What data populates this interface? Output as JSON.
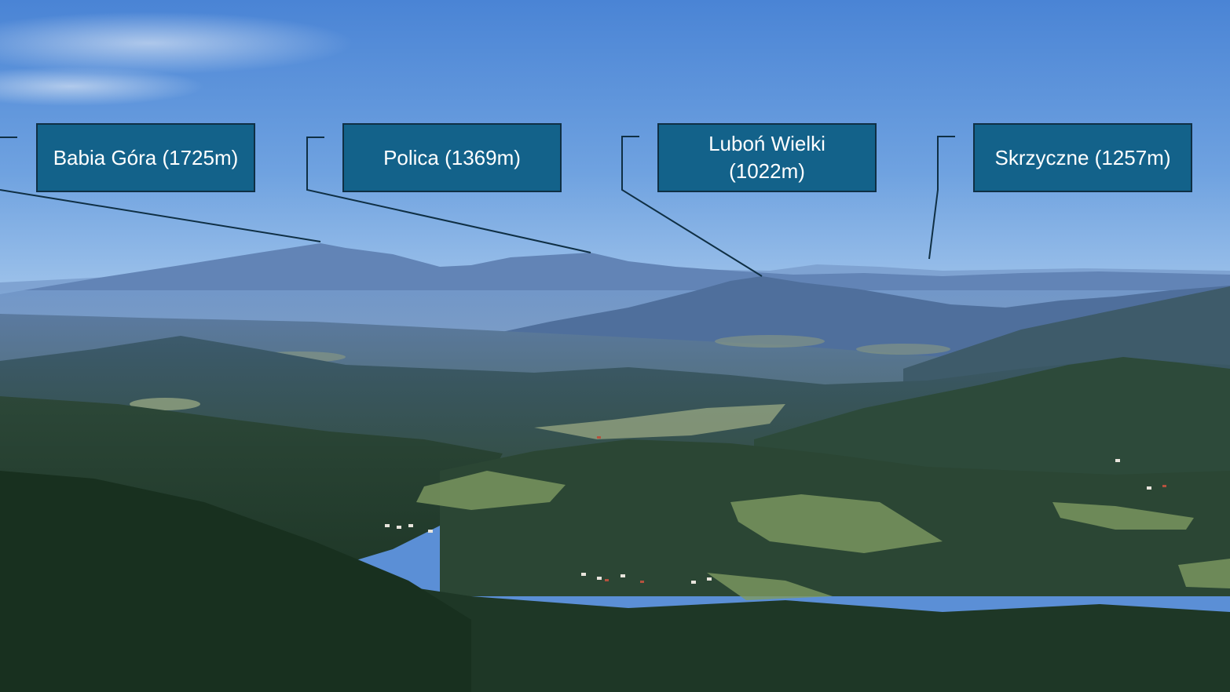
{
  "labels": {
    "babia": "Babia Góra (1725m)",
    "polica": "Polica (1369m)",
    "lubon_line1": "Luboń Wielki",
    "lubon_line2": "(1022m)",
    "skrzyczne": "Skrzyczne (1257m)"
  },
  "colors": {
    "label_fill": "#13628a",
    "label_border": "#0f2f44",
    "label_text": "#ffffff",
    "leader_line": "#0f2f44",
    "sky_top": "#4d86d6",
    "sky_horizon": "#9ec3ea",
    "distant_ridges": "#5f85b8",
    "forest_foreground": "#1f3b2c"
  }
}
